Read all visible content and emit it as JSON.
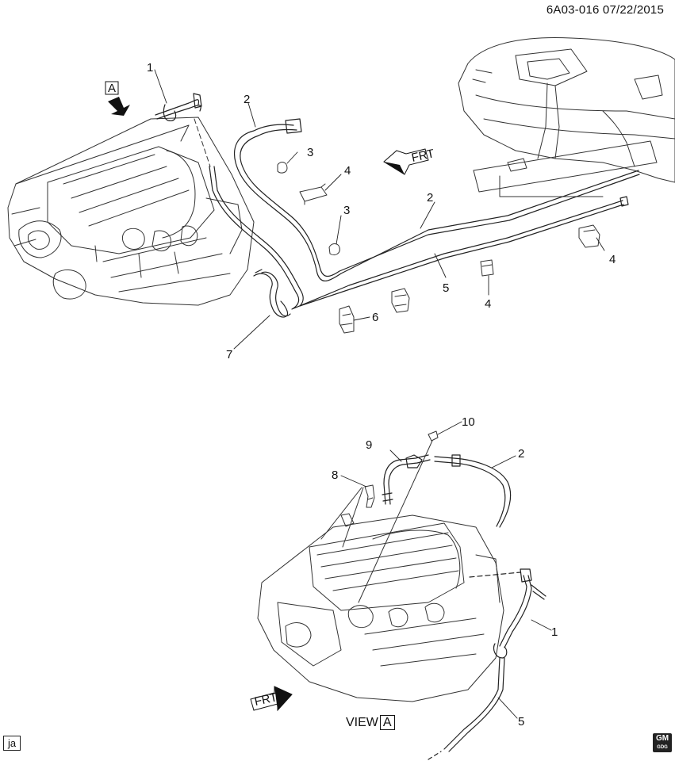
{
  "header": {
    "ref": "6A03-016 07/22/2015"
  },
  "callouts": {
    "c1_top": "1",
    "c2_top": "2",
    "c3_a": "3",
    "c4_a": "4",
    "c3_b": "3",
    "c2_right": "2",
    "c5_mid": "5",
    "c4_b": "4",
    "c4_c": "4",
    "c6": "6",
    "c7": "7",
    "c10": "10",
    "c9": "9",
    "c2_view": "2",
    "c8": "8",
    "c1_view": "1",
    "c5_view": "5"
  },
  "view_marker": "A",
  "frt_label": "FRT",
  "view": {
    "text": "VIEW",
    "letter": "A"
  },
  "corner_tag": "ja",
  "logo": {
    "top": "GM",
    "bottom": "GDG"
  }
}
